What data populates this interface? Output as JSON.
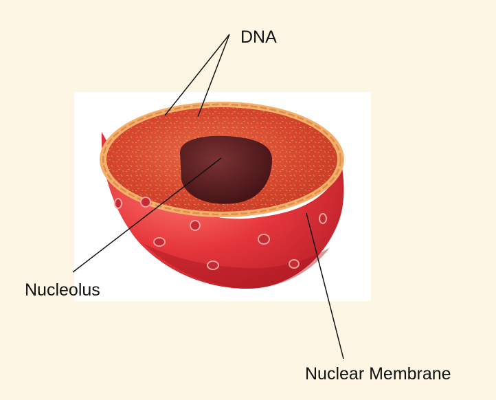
{
  "labels": {
    "dna": "DNA",
    "nucleolus": "Nucleolus",
    "nuclear_membrane": "Nuclear Membrane"
  },
  "colors": {
    "background": "#fdf6e4",
    "panel": "#ffffff",
    "membrane_outer": "#e0343a",
    "membrane_rim": "#f3b06a",
    "nucleoplasm": "#d4462e",
    "nucleolus": "#5a1d1f",
    "leader_line": "#111111"
  }
}
